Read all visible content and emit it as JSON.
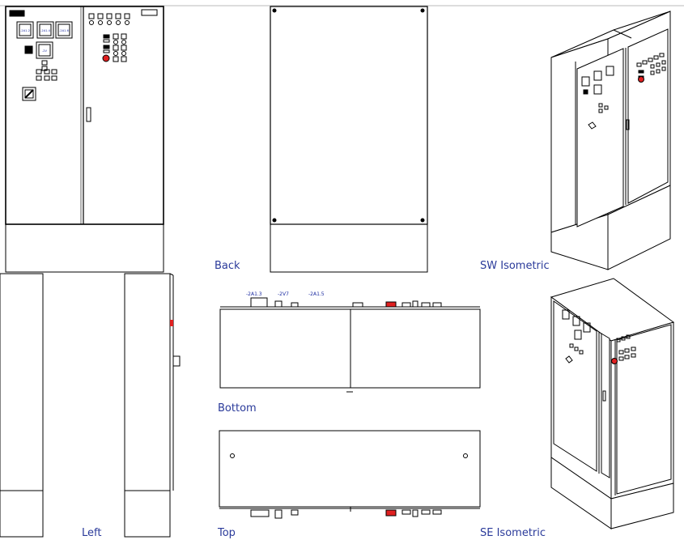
{
  "views": {
    "back_label": "Back",
    "sw_iso_label": "SW Isometric",
    "left_label": "Left",
    "bottom_label": "Bottom",
    "top_label": "Top",
    "se_iso_label": "SE Isometric"
  },
  "tags": {
    "meter_1": "-2A1.2",
    "meter_2": "-2A1.4",
    "meter_3": "-2A1.6",
    "meter_4": "-2V",
    "bottom_tag_1": "-2A1.3",
    "bottom_tag_2": "-2V7",
    "bottom_tag_3": "-2A1.5"
  },
  "colors": {
    "line": "#000000",
    "panel_fill": "#ffffff",
    "label": "#2a3a9a",
    "tag": "#1a2aa0",
    "emergency_stop": "#e02020"
  }
}
